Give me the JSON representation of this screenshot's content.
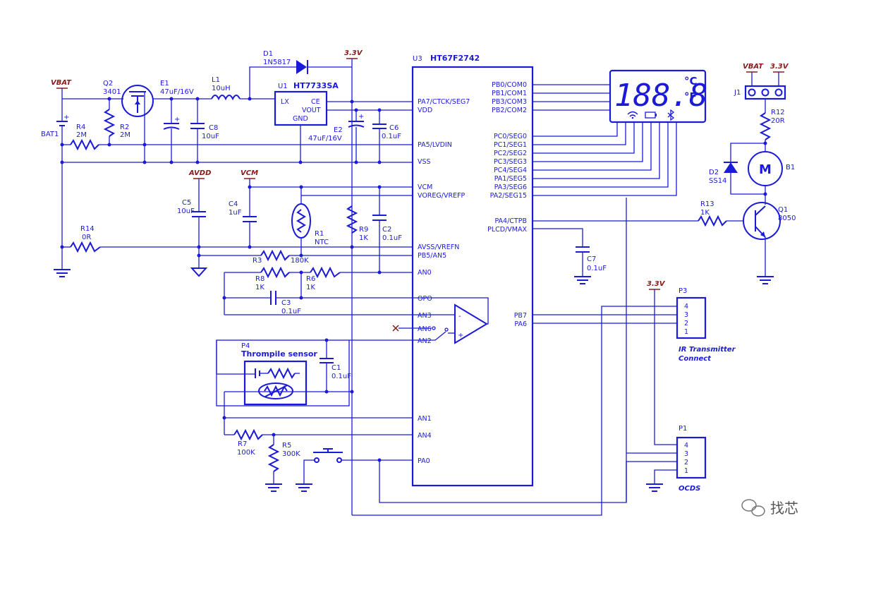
{
  "power_labels": {
    "vbat": "VBAT",
    "v33": "3.3V",
    "avdd": "AVDD",
    "vcm": "VCM"
  },
  "mcu": {
    "ref": "U3",
    "name": "HT67F2742",
    "left_pins": [
      "PA7/CTCK/SEG7",
      "VDD",
      "PA5/LVDIN",
      "VSS",
      "VCM",
      "VOREG/VREFP",
      "AVSS/VREFN",
      "PB5/AN5",
      "AN0",
      "OPO",
      "AN3",
      "AN6",
      "AN2",
      "AN1",
      "AN4",
      "PA0"
    ],
    "right_pins": [
      "PB0/COM0",
      "PB1/COM1",
      "PB3/COM3",
      "PB2/COM2",
      "PC0/SEG0",
      "PC1/SEG1",
      "PC2/SEG2",
      "PC3/SEG3",
      "PC4/SEG4",
      "PA1/SEG5",
      "PA3/SEG6",
      "PA2/SEG15",
      "PA4/CTPB",
      "PLCD/VMAX",
      "PB7",
      "PA6"
    ]
  },
  "regulator": {
    "ref": "U1",
    "name": "HT7733SA",
    "pin_lx": "LX",
    "pin_ce": "CE",
    "pin_vout": "VOUT",
    "pin_gnd": "GND"
  },
  "components": {
    "d1_ref": "D1",
    "d1_val": "1N5817",
    "l1_ref": "L1",
    "l1_val": "10uH",
    "q2_ref": "Q2",
    "q2_val": "3401",
    "e1_ref": "E1",
    "e1_val": "47uF/16V",
    "bat_ref": "BAT1",
    "r4_ref": "R4",
    "r4_val": "2M",
    "r2_ref": "R2",
    "r2_val": "2M",
    "c8_ref": "C8",
    "c8_val": "10uF",
    "e2_ref": "E2",
    "e2_val": "47uF/16V",
    "c6_ref": "C6",
    "c6_val": "0.1uF",
    "c5_ref": "C5",
    "c5_val": "10uF",
    "c4_ref": "C4",
    "c4_val": "1uF",
    "r1_ref": "R1",
    "r1_val": "NTC",
    "r9_ref": "R9",
    "r9_val": "1K",
    "c2_ref": "C2",
    "c2_val": "0.1uF",
    "r14_ref": "R14",
    "r14_val": "0R",
    "r3_ref": "R3",
    "r3_val": "180K",
    "r8_ref": "R8",
    "r8_val": "1K",
    "r6_ref": "R6",
    "r6_val": "1K",
    "c3_ref": "C3",
    "c3_val": "0.1uF",
    "p4_ref": "P4",
    "p4_val": "Thrompile sensor",
    "c1_ref": "C1",
    "c1_val": "0.1uF",
    "r7_ref": "R7",
    "r7_val": "100K",
    "r5_ref": "R5",
    "r5_val": "300K",
    "c7_ref": "C7",
    "c7_val": "0.1uF",
    "j1_ref": "J1",
    "r12_ref": "R12",
    "r12_val": "20R",
    "b1_ref": "B1",
    "d2_ref": "D2",
    "d2_val": "SS14",
    "r13_ref": "R13",
    "r13_val": "1K",
    "q1_ref": "Q1",
    "q1_val": "8050",
    "p3_ref": "P3",
    "p3_title_1": "IR Transmitter",
    "p3_title_2": "Connect",
    "p1_ref": "P1",
    "p1_title": "OCDS"
  },
  "connector_pins": [
    "4",
    "3",
    "2",
    "1"
  ],
  "lcd": {
    "digits": "188.8",
    "unit_c": "°C",
    "unit_f": "°F"
  },
  "motor_symbol": "M",
  "watermark": "找芯"
}
